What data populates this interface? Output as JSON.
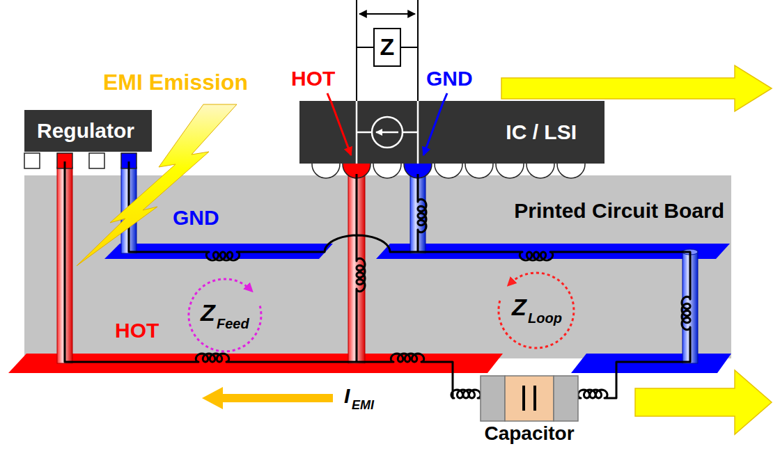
{
  "diagram": {
    "nodes": [
      {
        "text": [
          "Z"
        ]
      },
      {
        "text": [
          "Regulator"
        ]
      },
      {
        "text": [
          "IC / LSI"
        ]
      },
      {
        "text": [
          "Printed Circuit Board"
        ]
      },
      {
        "text": [
          "Capacitor"
        ]
      }
    ],
    "edges": [
      {
        "from": 0,
        "to": 2,
        "arrow": "none"
      },
      {
        "from": 0,
        "to": 2,
        "arrow": "none"
      }
    ],
    "labels": [
      "EMI Emission",
      "HOT",
      "GND",
      "GND",
      "Z",
      "Feed",
      "Z",
      "Loop",
      "HOT",
      "I",
      "EMI"
    ]
  }
}
